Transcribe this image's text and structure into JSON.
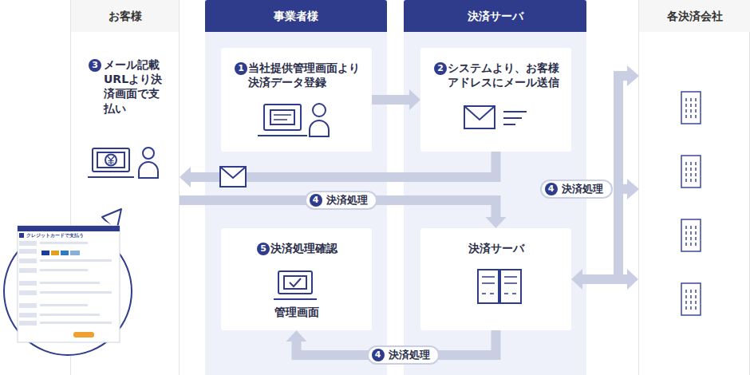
{
  "diagram": {
    "nodes": [
      {
        "text": [
          "お客様",
          "メール記載URLより決済画面で支払い"
        ]
      },
      {
        "text": [
          "事業者様"
        ]
      },
      {
        "text": [
          "当社提供管理画面より決済データ登録"
        ],
        "in": 1
      },
      {
        "text": [
          "決済処理確認",
          "管理画面"
        ],
        "in": 1
      },
      {
        "text": [
          "決済サーバ"
        ]
      },
      {
        "text": [
          "システムより、お客様アドレスにメール送信"
        ],
        "in": 4
      },
      {
        "text": [
          "決済サーバ"
        ],
        "in": 4
      },
      {
        "text": [
          "各決済会社"
        ]
      }
    ],
    "edges": [
      {
        "from": 2,
        "to": 5,
        "arrow": "to"
      },
      {
        "from": 5,
        "to": 0,
        "arrow": "to"
      },
      {
        "from": 0,
        "to": 6,
        "arrow": "to",
        "label": "決済処理"
      },
      {
        "from": 6,
        "to": 3,
        "arrow": "to",
        "label": "決済処理"
      },
      {
        "from": 6,
        "to": 7,
        "arrow": "both",
        "label": "決済処理"
      }
    ],
    "labels": [
      "3",
      "1",
      "2",
      "5",
      "4",
      "4",
      "4",
      "クレジットカードで支払う"
    ]
  }
}
